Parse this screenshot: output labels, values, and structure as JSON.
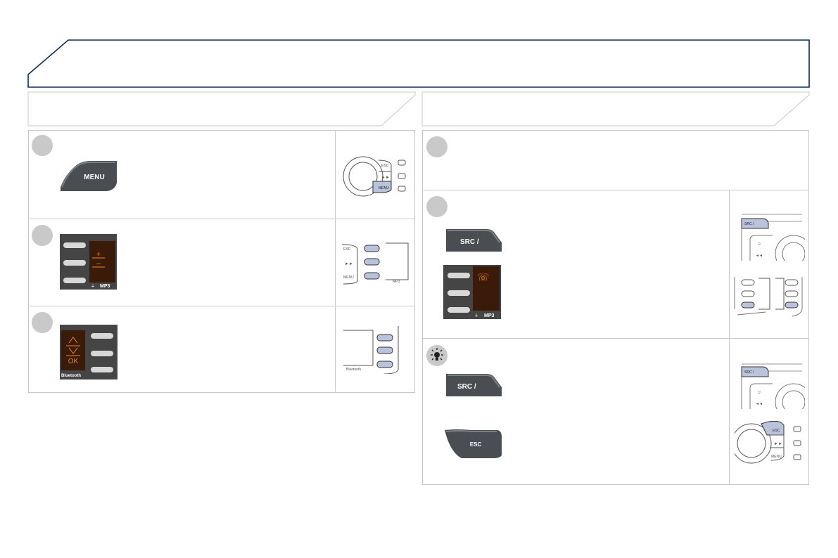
{
  "buttons": {
    "menu": "MENU",
    "src": "SRC /",
    "esc": "ESC"
  },
  "display": {
    "plus": "+",
    "minus": "–",
    "mp3": "MP3",
    "ok": "OK",
    "bluetooth": "Bluetooth"
  },
  "diagram": {
    "esc": "ESC",
    "menu": "MENU",
    "mp3": "MP3",
    "src": "SRC /",
    "bluetooth": "Bluetooth"
  },
  "icons": {
    "step": "step-circle-icon",
    "tip": "lightbulb-icon",
    "usb": "usb-icon",
    "phone": "phone-icon",
    "ff": "fast-forward-icon",
    "rew": "rewind-icon",
    "music": "music-note-icon"
  },
  "colors": {
    "frame": "#0d2a5c",
    "display_bg": "#3a1a08",
    "display_text": "#f08a18",
    "highlight_btn": "#b9c3dc"
  }
}
